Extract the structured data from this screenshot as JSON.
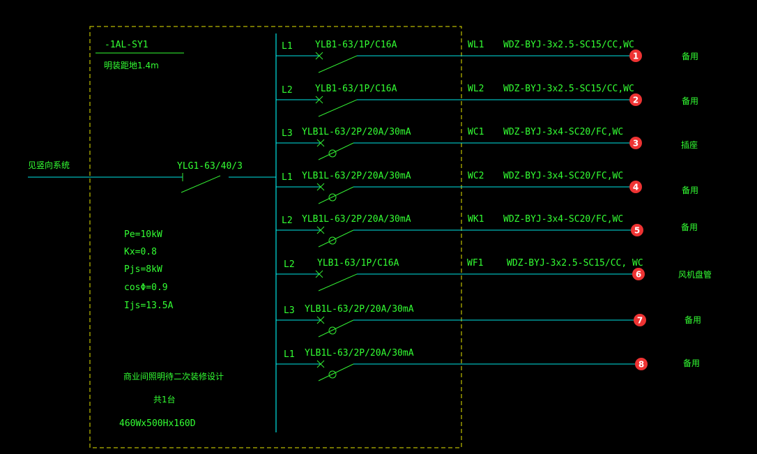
{
  "panel": {
    "name": "-1AL-SY1",
    "mount_note": "明装距地1.4m",
    "params": [
      "Pe=10kW",
      "Kx=0.8",
      "Pjs=8kW",
      "cosΦ=0.9",
      "Ijs=13.5A"
    ],
    "notes": [
      "商业间照明待二次装修设计",
      "共1台",
      "460Wx500Hx160D"
    ]
  },
  "incoming": {
    "label": "见竖向系统",
    "breaker": "YLG1-63/40/3"
  },
  "circuits": [
    {
      "phase": "L1",
      "breaker": "YLB1-63/1P/C16A",
      "rcd": false,
      "code": "WL1",
      "cable": "WDZ-BYJ-3x2.5-SC15/CC,WC",
      "num": "1",
      "use": "备用"
    },
    {
      "phase": "L2",
      "breaker": "YLB1-63/1P/C16A",
      "rcd": false,
      "code": "WL2",
      "cable": "WDZ-BYJ-3x2.5-SC15/CC,WC",
      "num": "2",
      "use": "备用"
    },
    {
      "phase": "L3",
      "breaker": "YLB1L-63/2P/20A/30mA",
      "rcd": true,
      "code": "WC1",
      "cable": "WDZ-BYJ-3x4-SC20/FC,WC",
      "num": "3",
      "use": "插座"
    },
    {
      "phase": "L1",
      "breaker": "YLB1L-63/2P/20A/30mA",
      "rcd": true,
      "code": "WC2",
      "cable": "WDZ-BYJ-3x4-SC20/FC,WC",
      "num": "4",
      "use": "备用"
    },
    {
      "phase": "L2",
      "breaker": "YLB1L-63/2P/20A/30mA",
      "rcd": true,
      "code": "WK1",
      "cable": "WDZ-BYJ-3x4-SC20/FC,WC",
      "num": "5",
      "use": "备用"
    },
    {
      "phase": "L2",
      "breaker": "YLB1-63/1P/C16A",
      "rcd": false,
      "code": "WF1",
      "cable": "WDZ-BYJ-3x2.5-SC15/CC, WC",
      "num": "6",
      "use": "风机盘管"
    },
    {
      "phase": "L3",
      "breaker": "YLB1L-63/2P/20A/30mA",
      "rcd": true,
      "code": "",
      "cable": "",
      "num": "7",
      "use": "备用"
    },
    {
      "phase": "L1",
      "breaker": "YLB1L-63/2P/20A/30mA",
      "rcd": true,
      "code": "",
      "cable": "",
      "num": "8",
      "use": "备用"
    }
  ],
  "colors": {
    "background": "#000000",
    "wire": "#00e5e5",
    "text": "#33ff33",
    "switch": "#33ee33",
    "frame": "#e6e600",
    "marker": "#ee3333"
  }
}
